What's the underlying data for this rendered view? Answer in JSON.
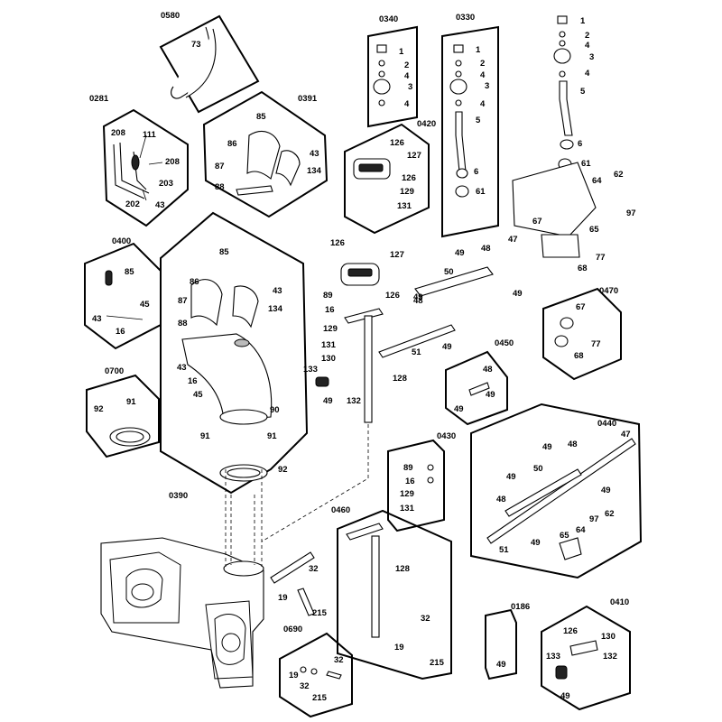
{
  "groups": {
    "g0580": "0580",
    "g0281": "0281",
    "g0391": "0391",
    "g0340": "0340",
    "g0330": "0330",
    "g0420": "0420",
    "g0400": "0400",
    "g0700": "0700",
    "g0390": "0390",
    "g0470": "0470",
    "g0450": "0450",
    "g0440": "0440",
    "g0430": "0430",
    "g0460": "0460",
    "g0186": "0186",
    "g0410": "0410",
    "g0690": "0690"
  },
  "parts": {
    "p1": "1",
    "p2": "2",
    "p3": "3",
    "p4": "4",
    "p5": "5",
    "p6": "6",
    "p16": "16",
    "p19": "19",
    "p32": "32",
    "p43": "43",
    "p45": "45",
    "p47": "47",
    "p48": "48",
    "p49": "49",
    "p50": "50",
    "p51": "51",
    "p61": "61",
    "p62": "62",
    "p64": "64",
    "p65": "65",
    "p67": "67",
    "p68": "68",
    "p73": "73",
    "p77": "77",
    "p85": "85",
    "p86": "86",
    "p87": "87",
    "p88": "88",
    "p89": "89",
    "p90": "90",
    "p91": "91",
    "p92": "92",
    "p97": "97",
    "p111": "111",
    "p126": "126",
    "p127": "127",
    "p128": "128",
    "p129": "129",
    "p130": "130",
    "p131": "131",
    "p132": "132",
    "p133": "133",
    "p134": "134",
    "p202": "202",
    "p203": "203",
    "p208": "208",
    "p215": "215"
  }
}
